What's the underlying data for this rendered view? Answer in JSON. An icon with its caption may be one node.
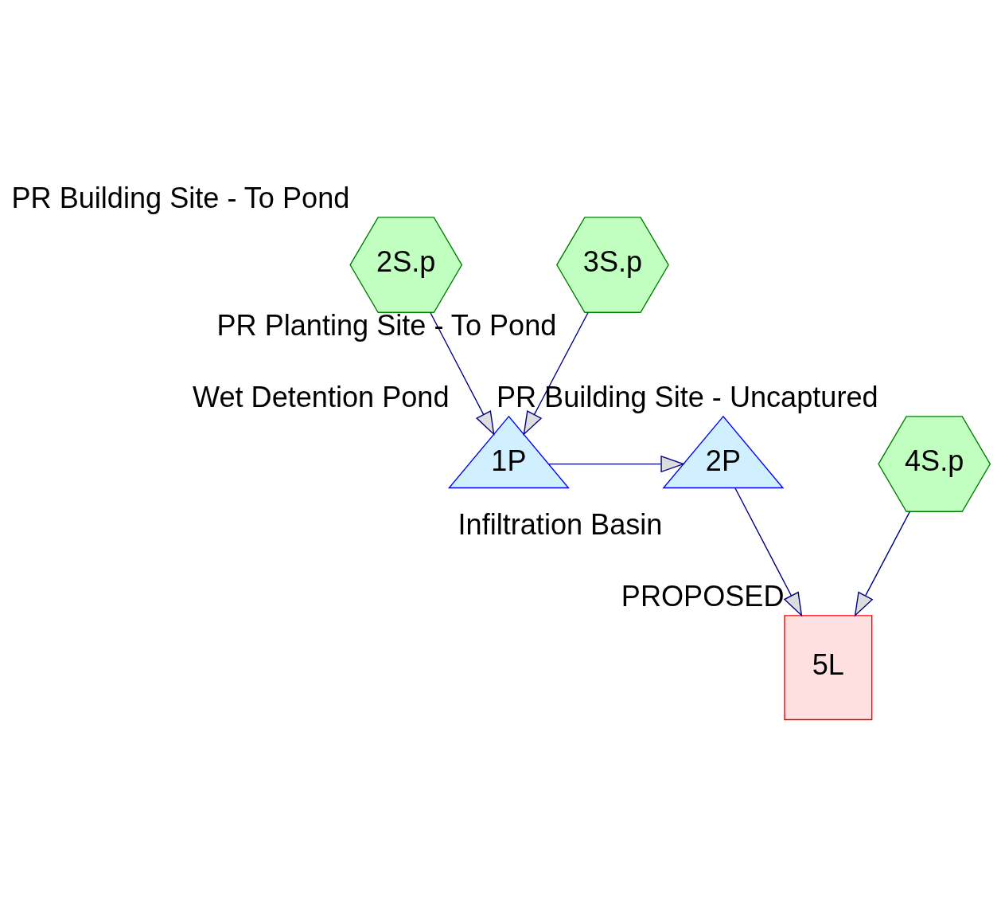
{
  "diagram": {
    "nodes": [
      {
        "text": [
          "2S.p"
        ],
        "beside": [
          "PR Building Site - To Pond"
        ]
      },
      {
        "text": [
          "3S.p"
        ],
        "beside": [
          "PR Planting Site - To Pond"
        ]
      },
      {
        "text": [
          "4S.p"
        ],
        "beside": [
          "PR Building Site - Uncaptured"
        ]
      },
      {
        "text": [
          "1P"
        ],
        "beside": [
          "Wet Detention Pond"
        ]
      },
      {
        "text": [
          "2P"
        ],
        "beside": [
          "Infiltration Basin"
        ]
      },
      {
        "text": [
          "5L"
        ],
        "beside": [
          "PROPOSED"
        ]
      }
    ],
    "edges": [
      {
        "from": 0,
        "to": 3,
        "arrow": "to"
      },
      {
        "from": 1,
        "to": 3,
        "arrow": "to"
      },
      {
        "from": 3,
        "to": 4,
        "arrow": "to"
      },
      {
        "from": 4,
        "to": 5,
        "arrow": "to"
      },
      {
        "from": 2,
        "to": 5,
        "arrow": "to"
      }
    ]
  }
}
